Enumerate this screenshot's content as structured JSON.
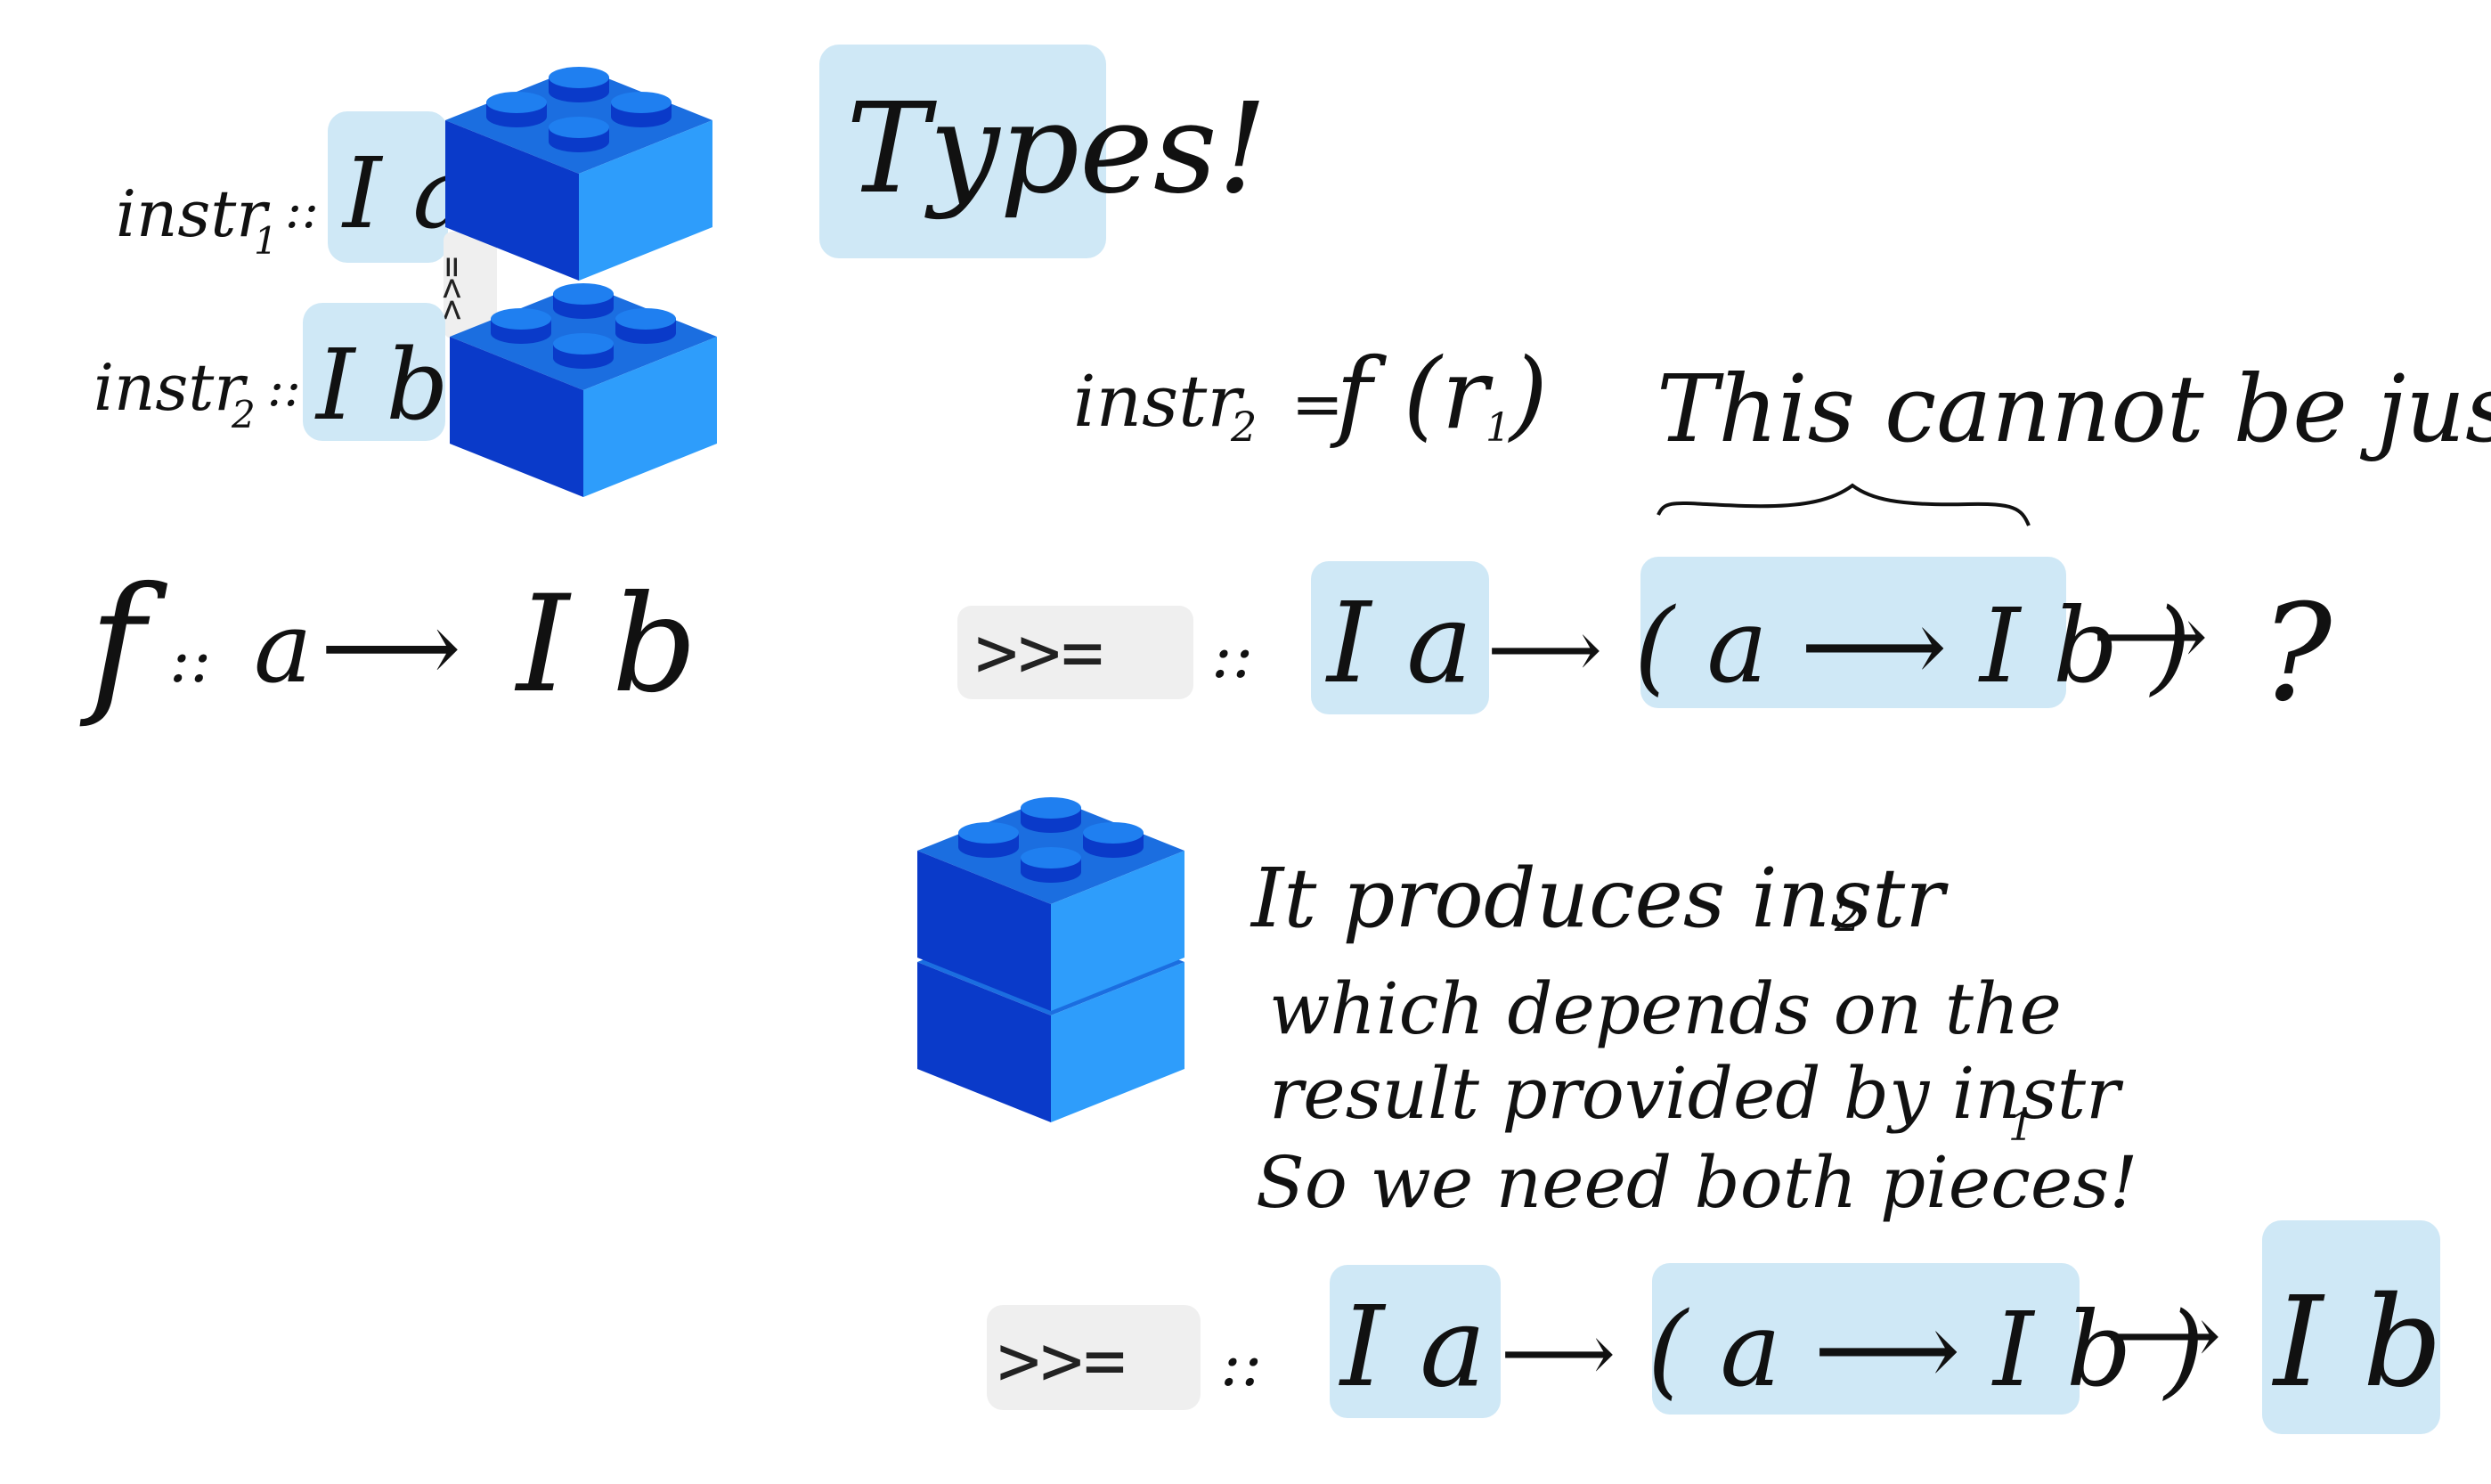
{
  "title": "Types!",
  "colors": {
    "highlight": "#cfe8f6",
    "op_highlight": "#efefef",
    "ink": "#111111",
    "lego_light": "#2e9dfb",
    "lego_dark": "#0a3ac9",
    "lego_top": "#1b6ee0"
  },
  "left": {
    "instr1": {
      "name": "instr",
      "sub": "1",
      "sep": "::",
      "type": "I a"
    },
    "instr2": {
      "name": "instr",
      "sub": "2",
      "sep": "::",
      "type": "I b"
    },
    "bind_small": ">>=",
    "f_sig": {
      "fn": "f",
      "sep": "::",
      "from": "a",
      "arrow": "⟶",
      "to": "I b"
    }
  },
  "right": {
    "equation": {
      "lhs": "instr",
      "lhs_sub": "2",
      "eq": "=",
      "rhs": "f (r",
      "rhs_sub": "1",
      "rhs_close": ")"
    },
    "note": "This cannot be just I b",
    "bind1": {
      "op": ">>=",
      "sep": "::",
      "arg1": "I a",
      "arrow1": "⟶",
      "arg2": "( a ⟶ I b )",
      "arrow2": "⟶",
      "result": "?"
    },
    "explanation": {
      "line1": "It produces instr",
      "line1_sub": "2",
      "line2": "which depends on the",
      "line3": "result provided by instr",
      "line3_sub": "1",
      "line4": "So we need both pieces!"
    },
    "bind2": {
      "op": ">>=",
      "sep": "::",
      "arg1": "I a",
      "arrow1": "⟶",
      "arg2": "( a ⟶ I b )",
      "arrow2": "⟶",
      "result": "I b"
    }
  },
  "icons": [
    "lego-brick-icon",
    "lego-stacked-bricks-icon"
  ]
}
